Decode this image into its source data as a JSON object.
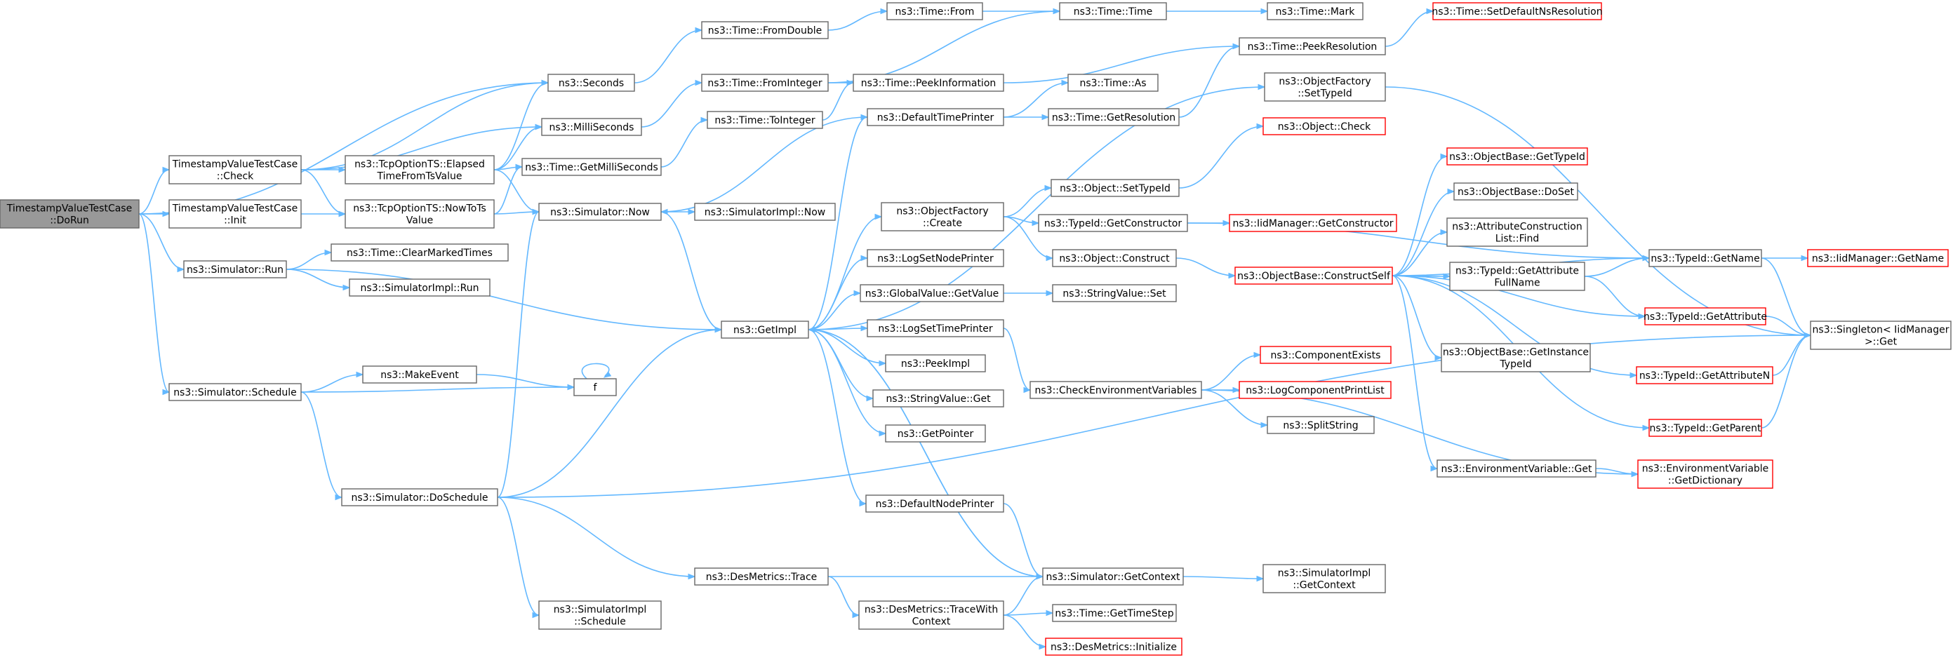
{
  "graph": {
    "title": "",
    "colors": {
      "edge": "#63b8ff",
      "node_border": "#666666",
      "missing_border": "#ff0000",
      "root_fill": "#999999"
    },
    "nodes": [
      {
        "id": "doRun",
        "lines": [
          "TimestampValueTestCase",
          "::DoRun"
        ],
        "style": "root"
      },
      {
        "id": "tvCheck",
        "lines": [
          "TimestampValueTestCase",
          "::Check"
        ]
      },
      {
        "id": "tvInit",
        "lines": [
          "TimestampValueTestCase",
          "::Init"
        ]
      },
      {
        "id": "simRun",
        "lines": [
          "ns3::Simulator::Run"
        ]
      },
      {
        "id": "simSchedule",
        "lines": [
          "ns3::Simulator::Schedule"
        ]
      },
      {
        "id": "seconds",
        "lines": [
          "ns3::Seconds"
        ]
      },
      {
        "id": "milli",
        "lines": [
          "ns3::MilliSeconds"
        ]
      },
      {
        "id": "elapsed",
        "lines": [
          "ns3::TcpOptionTS::Elapsed",
          "TimeFromTsValue"
        ]
      },
      {
        "id": "nowToTs",
        "lines": [
          "ns3::TcpOptionTS::NowToTs",
          "Value"
        ]
      },
      {
        "id": "clearMarked",
        "lines": [
          "ns3::Time::ClearMarkedTimes"
        ]
      },
      {
        "id": "simImplRun",
        "lines": [
          "ns3::SimulatorImpl::Run"
        ]
      },
      {
        "id": "makeEvent",
        "lines": [
          "ns3::MakeEvent"
        ]
      },
      {
        "id": "f",
        "lines": [
          "f"
        ]
      },
      {
        "id": "doSchedule",
        "lines": [
          "ns3::Simulator::DoSchedule"
        ]
      },
      {
        "id": "fromDouble",
        "lines": [
          "ns3::Time::FromDouble"
        ]
      },
      {
        "id": "fromInteger",
        "lines": [
          "ns3::Time::FromInteger"
        ]
      },
      {
        "id": "toInteger",
        "lines": [
          "ns3::Time::ToInteger"
        ]
      },
      {
        "id": "getMilli",
        "lines": [
          "ns3::Time::GetMilliSeconds"
        ]
      },
      {
        "id": "simNow",
        "lines": [
          "ns3::Simulator::Now"
        ]
      },
      {
        "id": "implNow",
        "lines": [
          "ns3::SimulatorImpl::Now"
        ]
      },
      {
        "id": "getImpl",
        "lines": [
          "ns3::GetImpl"
        ]
      },
      {
        "id": "desTrace",
        "lines": [
          "ns3::DesMetrics::Trace"
        ]
      },
      {
        "id": "implSchedule",
        "lines": [
          "ns3::SimulatorImpl",
          "::Schedule"
        ]
      },
      {
        "id": "timeFrom",
        "lines": [
          "ns3::Time::From"
        ]
      },
      {
        "id": "peekInfo",
        "lines": [
          "ns3::Time::PeekInformation"
        ]
      },
      {
        "id": "defTimePrinter",
        "lines": [
          "ns3::DefaultTimePrinter"
        ]
      },
      {
        "id": "ofCreate",
        "lines": [
          "ns3::ObjectFactory",
          "::Create"
        ]
      },
      {
        "id": "logSetNode",
        "lines": [
          "ns3::LogSetNodePrinter"
        ]
      },
      {
        "id": "gvGetValue",
        "lines": [
          "ns3::GlobalValue::GetValue"
        ]
      },
      {
        "id": "logSetTime",
        "lines": [
          "ns3::LogSetTimePrinter"
        ]
      },
      {
        "id": "peekImpl",
        "lines": [
          "ns3::PeekImpl"
        ]
      },
      {
        "id": "svGet",
        "lines": [
          "ns3::StringValue::Get"
        ]
      },
      {
        "id": "getPointer",
        "lines": [
          "ns3::GetPointer"
        ]
      },
      {
        "id": "defNodePrinter",
        "lines": [
          "ns3::DefaultNodePrinter"
        ]
      },
      {
        "id": "traceWith",
        "lines": [
          "ns3::DesMetrics::TraceWith",
          "Context"
        ]
      },
      {
        "id": "timeTime",
        "lines": [
          "ns3::Time::Time"
        ]
      },
      {
        "id": "timeAs",
        "lines": [
          "ns3::Time::As"
        ]
      },
      {
        "id": "getRes",
        "lines": [
          "ns3::Time::GetResolution"
        ]
      },
      {
        "id": "objSetTid",
        "lines": [
          "ns3::Object::SetTypeId"
        ]
      },
      {
        "id": "tidGetCons",
        "lines": [
          "ns3::TypeId::GetConstructor"
        ]
      },
      {
        "id": "objConstruct",
        "lines": [
          "ns3::Object::Construct"
        ]
      },
      {
        "id": "svSet",
        "lines": [
          "ns3::StringValue::Set"
        ]
      },
      {
        "id": "checkEnv",
        "lines": [
          "ns3::CheckEnvironmentVariables"
        ]
      },
      {
        "id": "simGetCtx",
        "lines": [
          "ns3::Simulator::GetContext"
        ]
      },
      {
        "id": "getTimeStep",
        "lines": [
          "ns3::Time::GetTimeStep"
        ]
      },
      {
        "id": "desInit",
        "lines": [
          "ns3::DesMetrics::Initialize"
        ],
        "style": "red"
      },
      {
        "id": "timeMark",
        "lines": [
          "ns3::Time::Mark"
        ]
      },
      {
        "id": "peekRes",
        "lines": [
          "ns3::Time::PeekResolution"
        ]
      },
      {
        "id": "ofSetTid",
        "lines": [
          "ns3::ObjectFactory",
          "::SetTypeId"
        ]
      },
      {
        "id": "objCheck",
        "lines": [
          "ns3::Object::Check"
        ],
        "style": "red"
      },
      {
        "id": "iidGetCons",
        "lines": [
          "ns3::IidManager::GetConstructor"
        ],
        "style": "red"
      },
      {
        "id": "obConstructSelf",
        "lines": [
          "ns3::ObjectBase::ConstructSelf"
        ],
        "style": "red"
      },
      {
        "id": "compExists",
        "lines": [
          "ns3::ComponentExists"
        ],
        "style": "red"
      },
      {
        "id": "logCompPrint",
        "lines": [
          "ns3::LogComponentPrintList"
        ],
        "style": "red"
      },
      {
        "id": "splitString",
        "lines": [
          "ns3::SplitString"
        ]
      },
      {
        "id": "implGetCtx",
        "lines": [
          "ns3::SimulatorImpl",
          "::GetContext"
        ]
      },
      {
        "id": "setDefaultNs",
        "lines": [
          "ns3::Time::SetDefaultNsResolution"
        ],
        "style": "red"
      },
      {
        "id": "obGetTid",
        "lines": [
          "ns3::ObjectBase::GetTypeId"
        ],
        "style": "red"
      },
      {
        "id": "obDoSet",
        "lines": [
          "ns3::ObjectBase::DoSet"
        ]
      },
      {
        "id": "attrFind",
        "lines": [
          "ns3::AttributeConstruction",
          "List::Find"
        ]
      },
      {
        "id": "tidGetAttrFull",
        "lines": [
          "ns3::TypeId::GetAttribute",
          "FullName"
        ]
      },
      {
        "id": "obGetInstTid",
        "lines": [
          "ns3::ObjectBase::GetInstance",
          "TypeId"
        ]
      },
      {
        "id": "envGet",
        "lines": [
          "ns3::EnvironmentVariable::Get"
        ]
      },
      {
        "id": "tidGetName",
        "lines": [
          "ns3::TypeId::GetName"
        ]
      },
      {
        "id": "tidGetAttr",
        "lines": [
          "ns3::TypeId::GetAttribute"
        ],
        "style": "red"
      },
      {
        "id": "tidGetAttrN",
        "lines": [
          "ns3::TypeId::GetAttributeN"
        ],
        "style": "red"
      },
      {
        "id": "tidGetParent",
        "lines": [
          "ns3::TypeId::GetParent"
        ],
        "style": "red"
      },
      {
        "id": "envGetDict",
        "lines": [
          "ns3::EnvironmentVariable",
          "::GetDictionary"
        ],
        "style": "red"
      },
      {
        "id": "iidGetName",
        "lines": [
          "ns3::IidManager::GetName"
        ],
        "style": "red"
      },
      {
        "id": "singletonGet",
        "lines": [
          "ns3::Singleton< IidManager",
          ">::Get"
        ]
      }
    ],
    "edges": [
      [
        "doRun",
        "tvCheck"
      ],
      [
        "doRun",
        "tvInit"
      ],
      [
        "doRun",
        "seconds"
      ],
      [
        "doRun",
        "simRun"
      ],
      [
        "doRun",
        "simSchedule"
      ],
      [
        "tvCheck",
        "seconds"
      ],
      [
        "tvCheck",
        "milli"
      ],
      [
        "tvCheck",
        "elapsed"
      ],
      [
        "tvCheck",
        "nowToTs"
      ],
      [
        "tvInit",
        "nowToTs"
      ],
      [
        "simRun",
        "clearMarked"
      ],
      [
        "simRun",
        "simImplRun"
      ],
      [
        "simRun",
        "getImpl"
      ],
      [
        "simSchedule",
        "makeEvent"
      ],
      [
        "simSchedule",
        "f"
      ],
      [
        "simSchedule",
        "doSchedule"
      ],
      [
        "makeEvent",
        "f"
      ],
      [
        "f",
        "f"
      ],
      [
        "elapsed",
        "seconds"
      ],
      [
        "elapsed",
        "milli"
      ],
      [
        "elapsed",
        "getMilli"
      ],
      [
        "elapsed",
        "simNow"
      ],
      [
        "nowToTs",
        "getMilli"
      ],
      [
        "nowToTs",
        "simNow"
      ],
      [
        "seconds",
        "fromDouble"
      ],
      [
        "milli",
        "fromInteger"
      ],
      [
        "getMilli",
        "toInteger"
      ],
      [
        "fromDouble",
        "timeFrom"
      ],
      [
        "fromInteger",
        "timeTime"
      ],
      [
        "fromInteger",
        "peekInfo"
      ],
      [
        "toInteger",
        "peekInfo"
      ],
      [
        "timeFrom",
        "timeTime"
      ],
      [
        "timeTime",
        "timeMark"
      ],
      [
        "peekInfo",
        "peekRes"
      ],
      [
        "peekRes",
        "setDefaultNs"
      ],
      [
        "simNow",
        "implNow"
      ],
      [
        "simNow",
        "getImpl"
      ],
      [
        "doSchedule",
        "simNow"
      ],
      [
        "doSchedule",
        "getImpl"
      ],
      [
        "doSchedule",
        "desTrace"
      ],
      [
        "doSchedule",
        "implSchedule"
      ],
      [
        "doSchedule",
        "singletonGet"
      ],
      [
        "defTimePrinter",
        "simNow"
      ],
      [
        "defTimePrinter",
        "timeAs"
      ],
      [
        "defTimePrinter",
        "getRes"
      ],
      [
        "getRes",
        "peekRes"
      ],
      [
        "getImpl",
        "defTimePrinter"
      ],
      [
        "getImpl",
        "ofCreate"
      ],
      [
        "getImpl",
        "logSetNode"
      ],
      [
        "getImpl",
        "gvGetValue"
      ],
      [
        "getImpl",
        "logSetTime"
      ],
      [
        "getImpl",
        "peekImpl"
      ],
      [
        "getImpl",
        "svGet"
      ],
      [
        "getImpl",
        "getPointer"
      ],
      [
        "getImpl",
        "defNodePrinter"
      ],
      [
        "getImpl",
        "ofSetTid"
      ],
      [
        "getImpl",
        "simGetCtx"
      ],
      [
        "ofCreate",
        "objSetTid"
      ],
      [
        "ofCreate",
        "tidGetCons"
      ],
      [
        "ofCreate",
        "objConstruct"
      ],
      [
        "gvGetValue",
        "svSet"
      ],
      [
        "logSetTime",
        "checkEnv"
      ],
      [
        "defNodePrinter",
        "simGetCtx"
      ],
      [
        "desTrace",
        "simGetCtx"
      ],
      [
        "desTrace",
        "traceWith"
      ],
      [
        "traceWith",
        "simGetCtx"
      ],
      [
        "traceWith",
        "getTimeStep"
      ],
      [
        "traceWith",
        "desInit"
      ],
      [
        "simGetCtx",
        "getImpl"
      ],
      [
        "simGetCtx",
        "implGetCtx"
      ],
      [
        "objSetTid",
        "objCheck"
      ],
      [
        "tidGetCons",
        "iidGetCons"
      ],
      [
        "tidGetCons",
        "tidGetName"
      ],
      [
        "objConstruct",
        "obConstructSelf"
      ],
      [
        "checkEnv",
        "compExists"
      ],
      [
        "checkEnv",
        "logCompPrint"
      ],
      [
        "checkEnv",
        "splitString"
      ],
      [
        "checkEnv",
        "envGetDict"
      ],
      [
        "ofSetTid",
        "singletonGet"
      ],
      [
        "obConstructSelf",
        "obGetTid"
      ],
      [
        "obConstructSelf",
        "obDoSet"
      ],
      [
        "obConstructSelf",
        "attrFind"
      ],
      [
        "obConstructSelf",
        "tidGetAttrFull"
      ],
      [
        "obConstructSelf",
        "obGetInstTid"
      ],
      [
        "obConstructSelf",
        "envGet"
      ],
      [
        "obConstructSelf",
        "tidGetName"
      ],
      [
        "obConstructSelf",
        "tidGetAttr"
      ],
      [
        "obConstructSelf",
        "tidGetAttrN"
      ],
      [
        "obConstructSelf",
        "tidGetParent"
      ],
      [
        "envGet",
        "envGetDict"
      ],
      [
        "tidGetAttrFull",
        "tidGetName"
      ],
      [
        "tidGetAttrFull",
        "tidGetAttr"
      ],
      [
        "tidGetName",
        "iidGetName"
      ],
      [
        "tidGetName",
        "singletonGet"
      ],
      [
        "tidGetAttr",
        "singletonGet"
      ],
      [
        "tidGetAttrN",
        "singletonGet"
      ],
      [
        "tidGetParent",
        "singletonGet"
      ]
    ]
  }
}
